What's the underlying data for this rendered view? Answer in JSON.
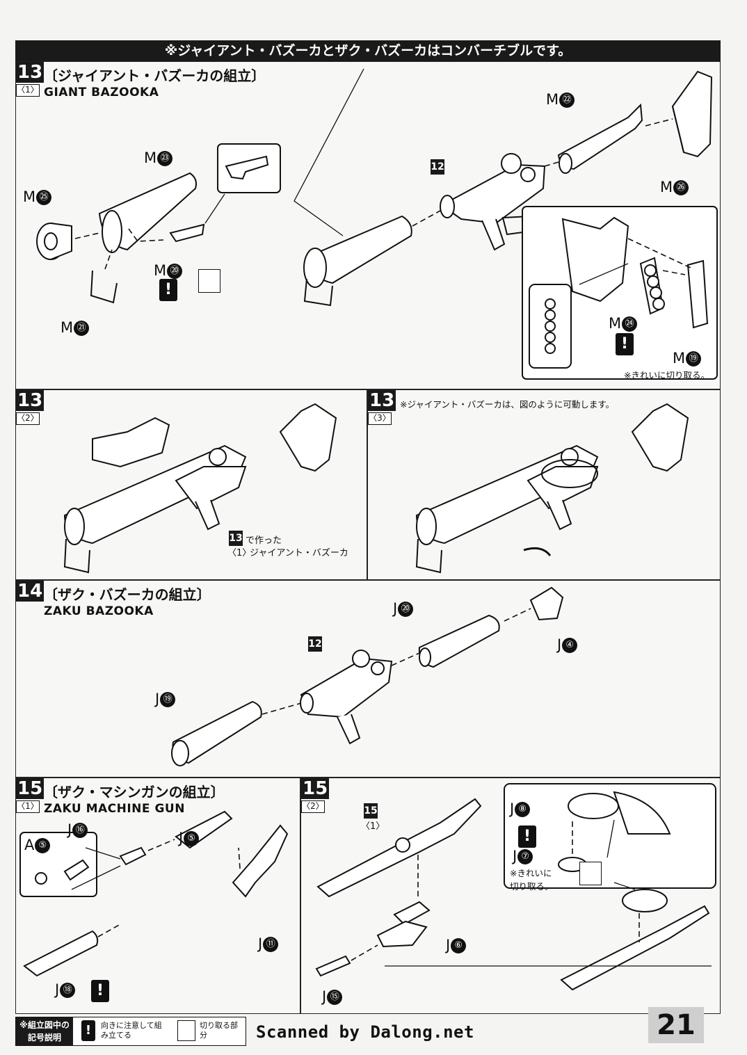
{
  "banner": "※ジャイアント・バズーカとザク・バズーカはコンバーチブルです。",
  "step13_1": {
    "number": "13",
    "sub": "〈1〉",
    "title_jp": "〔ジャイアント・バズーカの組立〕",
    "title_en": "GIANT BAZOOKA",
    "parts": {
      "m25": "M",
      "m25n": "㉕",
      "m23": "M",
      "m23n": "㉓",
      "m20": "M",
      "m20n": "⑳",
      "m21": "M",
      "m21n": "㉑",
      "m22": "M",
      "m22n": "㉒",
      "m26": "M",
      "m26n": "㉖",
      "m24": "M",
      "m24n": "㉔",
      "m19": "M",
      "m19n": "⑲"
    },
    "tag12": "12",
    "note": "※きれいに切り取る。"
  },
  "step13_2": {
    "number": "13",
    "sub": "〈2〉",
    "ref_num": "13",
    "ref_sub": "〈1〉",
    "ref_text1": "で作った",
    "ref_text2": "ジャイアント・バズーカ"
  },
  "step13_3": {
    "number": "13",
    "sub": "〈3〉",
    "note": "※ジャイアント・バズーカは、図のように可動します。"
  },
  "step14": {
    "number": "14",
    "title_jp": "〔ザク・バズーカの組立〕",
    "title_en": "ZAKU BAZOOKA",
    "tag12": "12",
    "parts": {
      "j20": "J",
      "j20n": "⑳",
      "j4": "J",
      "j4n": "④",
      "j19": "J",
      "j19n": "⑲"
    }
  },
  "step15_1": {
    "number": "15",
    "sub": "〈1〉",
    "title_jp": "〔ザク・マシンガンの組立〕",
    "title_en": "ZAKU MACHINE GUN",
    "parts": {
      "a5": "A",
      "a5n": "⑤",
      "j16": "J",
      "j16n": "⑯",
      "j5": "J",
      "j5n": "⑤",
      "j11": "J",
      "j11n": "⑪",
      "j18": "J",
      "j18n": "⑱"
    }
  },
  "step15_2": {
    "number": "15",
    "sub": "〈2〉",
    "ref_num": "15",
    "ref_sub": "〈1〉",
    "parts": {
      "j6": "J",
      "j6n": "⑥",
      "j15": "J",
      "j15n": "⑮",
      "j8": "J",
      "j8n": "⑧",
      "j7": "J",
      "j7n": "⑦"
    },
    "note": "※きれいに切り取る。"
  },
  "footer": {
    "legend_head": "※組立図中の記号説明",
    "warn_text": "向きに注意して組み立てる",
    "cut_text": "切り取る部分",
    "scanned": "Scanned by Dalong.net",
    "page": "21"
  }
}
